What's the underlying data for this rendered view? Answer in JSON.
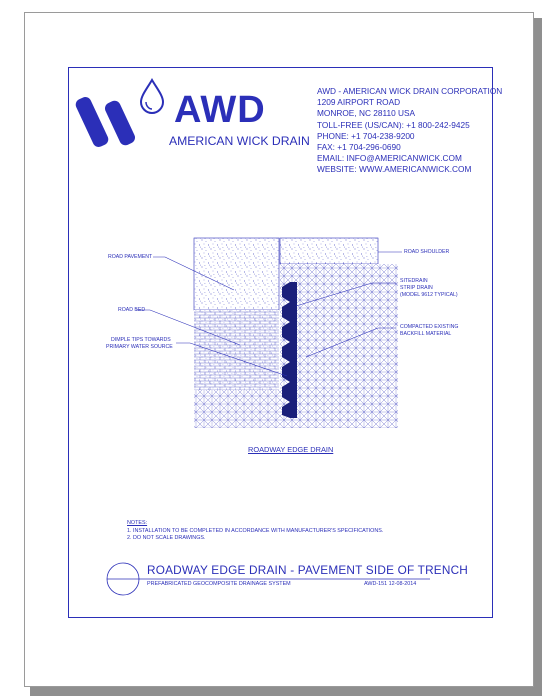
{
  "company": {
    "logo_text": "AWD",
    "logo_subtext": "AMERICAN WICK DRAIN",
    "name": "AWD - AMERICAN WICK DRAIN CORPORATION",
    "address1": "1209 AIRPORT ROAD",
    "address2": "MONROE, NC  28110 USA",
    "tollfree": "TOLL-FREE (US/CAN): +1 800-242-9425",
    "phone": "PHONE:  +1 704-238-9200",
    "fax": "FAX:  +1 704-296-0690",
    "email": "EMAIL: INFO@AMERICANWICK.COM",
    "website": "WEBSITE: WWW.AMERICANWICK.COM"
  },
  "diagram": {
    "labels": {
      "road_pavement": "ROAD PAVEMENT",
      "road_bed": "ROAD BED",
      "dimple_1": "DIMPLE TIPS TOWARDS",
      "dimple_2": "PRIMARY WATER SOURCE",
      "road_shoulder": "ROAD SHOULDER",
      "sitedrain_1": "SITEDRAIN",
      "sitedrain_2": "STRIP DRAIN",
      "sitedrain_3": "(MODEL 9612 TYPICAL)",
      "backfill_1": "COMPACTED EXISTING",
      "backfill_2": "BACKFILL MATERIAL"
    },
    "caption": "ROADWAY EDGE DRAIN"
  },
  "notes": {
    "heading": "NOTES:",
    "items": [
      "1.  INSTALLATION TO BE COMPLETED IN ACCORDANCE WITH MANUFACTURER'S SPECIFICATIONS.",
      "2.  DO NOT SCALE DRAWINGS."
    ]
  },
  "title_block": {
    "title": "ROADWAY EDGE DRAIN - PAVEMENT SIDE OF TRENCH",
    "subtitle": "PREFABRICATED GEOCOMPOSITE DRAINAGE SYSTEM",
    "code": "AWD-151  12-08-2014"
  },
  "colors": {
    "ink": "#2b2fb8",
    "drain": "#1a1f7a"
  }
}
